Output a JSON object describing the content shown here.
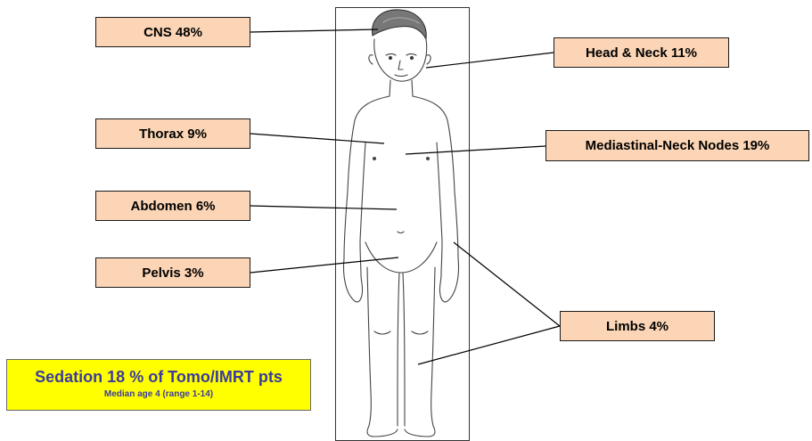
{
  "labels": {
    "cns": "CNS 48%",
    "head_neck": "Head & Neck 11%",
    "thorax": "Thorax 9%",
    "mediastinal": "Mediastinal-Neck  Nodes 19%",
    "abdomen": "Abdomen 6%",
    "pelvis": "Pelvis 3%",
    "limbs": "Limbs 4%"
  },
  "sedation": {
    "main": "Sedation 18 % of Tomo/IMRT pts",
    "sub": "Median age 4 (range 1-14)"
  },
  "colors": {
    "label_fill": "#fbd5b5",
    "sedation_fill": "#ffff00",
    "sedation_text": "#3b3b9f"
  },
  "icons": {
    "figure": "child-body-outline"
  }
}
